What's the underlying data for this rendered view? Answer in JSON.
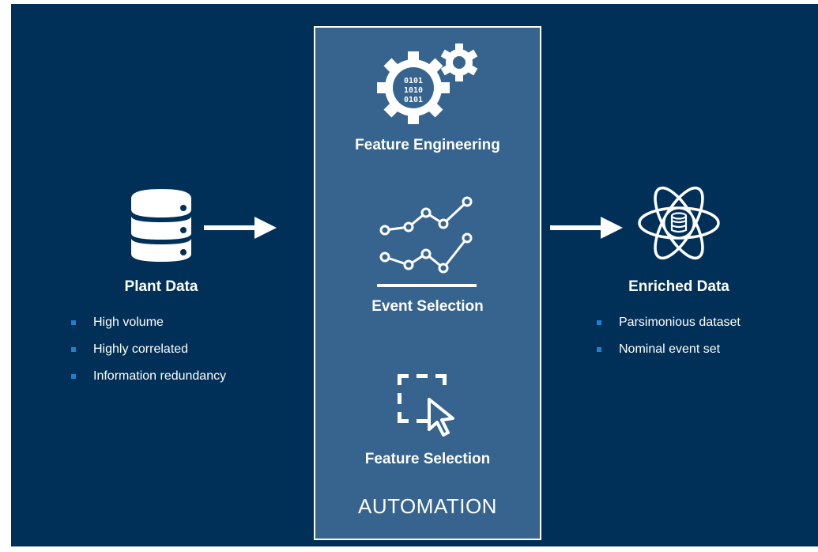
{
  "left": {
    "title": "Plant Data",
    "bullets": [
      "High volume",
      "Highly correlated",
      "Information redundancy"
    ],
    "icon": "database-icon"
  },
  "center": {
    "steps": [
      {
        "label": "Feature Engineering",
        "icon": "gears-binary-icon"
      },
      {
        "label": "Event Selection",
        "icon": "line-chart-icon"
      },
      {
        "label": "Feature Selection",
        "icon": "selection-cursor-icon"
      }
    ],
    "footer": "AUTOMATION"
  },
  "right": {
    "title": "Enriched Data",
    "bullets": [
      "Parsimonious dataset",
      "Nominal event set"
    ],
    "icon": "atom-database-icon"
  },
  "colors": {
    "background": "#003057",
    "panel": "#36648f",
    "bullet": "#1f7fd4",
    "text": "#ffffff"
  }
}
